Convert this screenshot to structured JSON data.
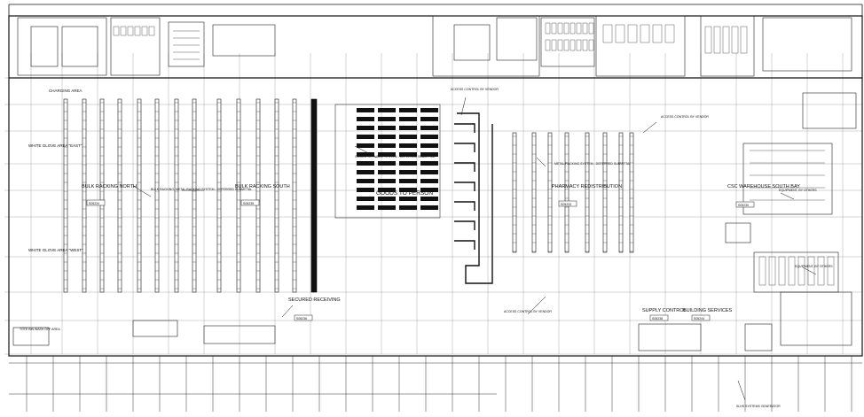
{
  "labels": {
    "charging_area": "CHARGING AREA",
    "white_glove_east": "WHITE GLOVE AREA \"EAST\"",
    "white_glove_west": "WHITE GLOVE AREA \"WEST\"",
    "bulk_racking_north": "BULK RACKING NORTH",
    "bulk_racking_metal": "BULK RACKING, METAL RACKING SYSTEM - DEFERRED SUBMITTAL",
    "bulk_racking_south": "BULK RACKING SOUTH",
    "goods_to_public": "GOODS TO PUBLIC SYSTEM - DEFERRED SUBMITTAL",
    "goods_to_person": "GOODS TO PERSON",
    "access_control_vendor_1": "ACCESS CONTROL BY VENDOR",
    "access_control_vendor_2": "ACCESS CONTROL BY VENDOR",
    "access_control_vendor_3": "ACCESS CONTROL BY VENDOR",
    "metal_racking": "METAL RACKING SYSTEM - DEFERRED SUBMITTAL",
    "pharmacy": "PHARMACY REDISTRIBUTION",
    "csc_warehouse": "CSC WAREHOUSE SOUTH BAY",
    "equipment_by_others_1": "EQUIPMENT, BY OTHERS",
    "equipment_by_others_2": "EQUIPMENT, BY OTHERS",
    "secured_receiving": "SECURED RECEIVING",
    "tote_bin_wash": "TOTE BIN WASH OFF AREA",
    "supply_control": "SUPPLY CONTROL",
    "building_services": "BUILDING SERVICES",
    "slhs_generator": "SLHS SYSTEMS GENERATOR"
  },
  "room_tags": {
    "bulk_north": "S05234",
    "bulk_south": "S05235",
    "pharmacy": "S05233",
    "csc": "S05230",
    "secured": "S05236",
    "supply": "S05238",
    "building": "S05244"
  }
}
